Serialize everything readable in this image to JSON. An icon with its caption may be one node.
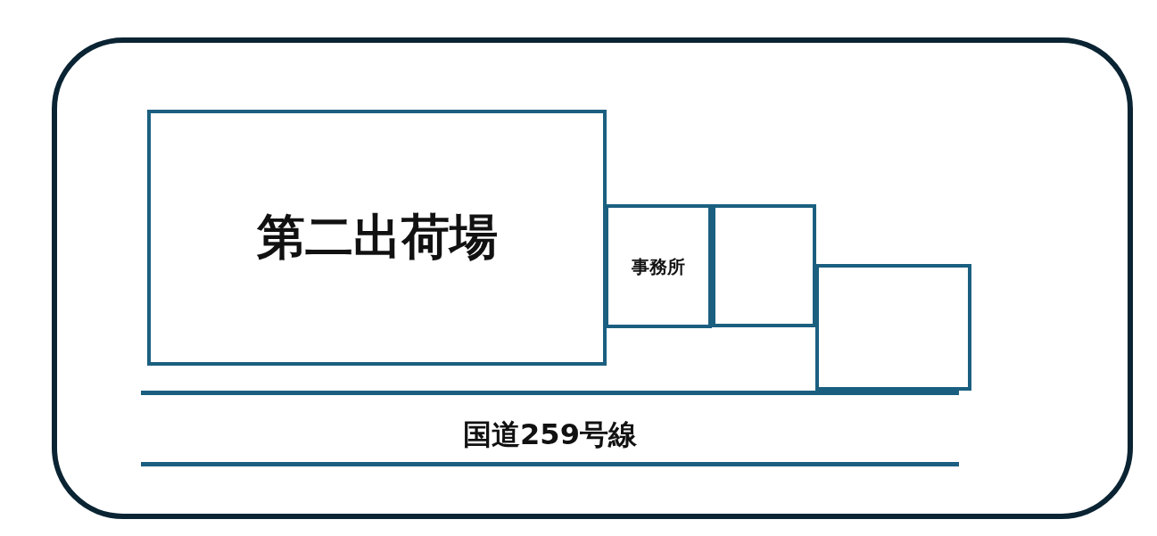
{
  "diagram": {
    "nodes": [
      {
        "text": [
          "第二出荷場"
        ]
      },
      {
        "text": [
          "事務所"
        ]
      },
      {
        "text": [],
        "shape": "box"
      },
      {
        "text": [],
        "shape": "box"
      }
    ],
    "labels": [
      "国道259号線"
    ]
  }
}
